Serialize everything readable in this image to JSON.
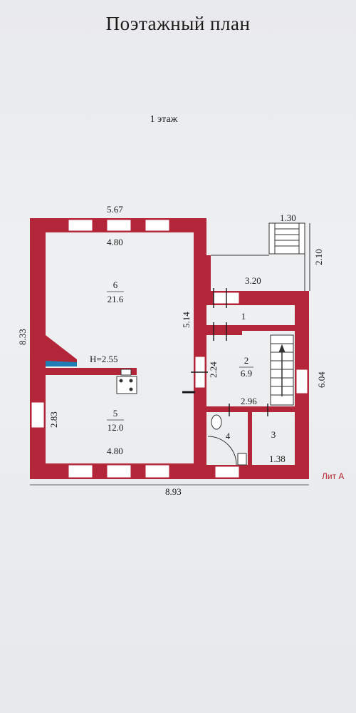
{
  "title": "Поэтажный  план",
  "floor_label": "1 этаж",
  "dimensions": {
    "top_width": "5.67",
    "room6_width": "4.80",
    "stairs_width": "1.30",
    "stairs_length": "2.10",
    "porch_width": "3.20",
    "left_height": "8.33",
    "room6_height": "5.14",
    "ceiling_height": "H=2.55",
    "room5_height": "2.83",
    "room5_width": "4.80",
    "room2_height": "2.24",
    "right_height": "6.04",
    "corridor_width": "2.96",
    "room3_width": "1.38",
    "total_width": "8.93"
  },
  "rooms": [
    {
      "number": "6",
      "area": "21.6"
    },
    {
      "number": "5",
      "area": "12.0"
    },
    {
      "number": "1",
      "area": ""
    },
    {
      "number": "2",
      "area": "6.9"
    },
    {
      "number": "4",
      "area": ""
    },
    {
      "number": "3",
      "area": ""
    }
  ],
  "letter": "Лит А",
  "colors": {
    "wall": "#b3263a",
    "opening": "#ffffff",
    "fireplace": "#b3263a",
    "fireplace_accent": "#1f7fb5"
  }
}
